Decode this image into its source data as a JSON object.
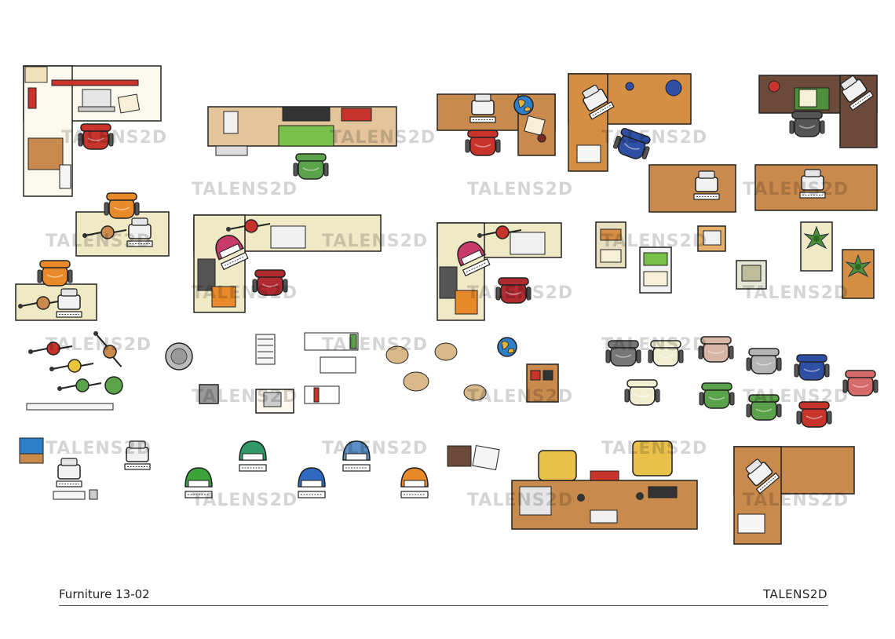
{
  "sheet": {
    "title": "Furniture 13-02",
    "brand": "TALENS2D",
    "watermark": "TALENS2D"
  },
  "colors": {
    "desk_cream": "#efe9c6",
    "desk_wood": "#c98a4d",
    "desk_wood_dark": "#9b6a3a",
    "desk_dark": "#6b4a3a",
    "chair_red": "#c8342b",
    "chair_green": "#5aa34a",
    "chair_blue": "#2f4fa5",
    "chair_orange": "#e98a2a",
    "chair_grey": "#8a8a8a",
    "plant_green": "#4f8f3a"
  },
  "icons": [
    "workstation-icon",
    "office-desk-icon",
    "corner-desk-icon",
    "office-chair-icon",
    "computer-monitor-icon",
    "keyboard-icon",
    "desk-lamp-icon",
    "globe-icon",
    "potted-plant-icon",
    "filing-cabinet-icon",
    "bag-icon",
    "laptop-icon",
    "printer-icon",
    "desk-phone-icon",
    "clothes-rack-icon"
  ]
}
